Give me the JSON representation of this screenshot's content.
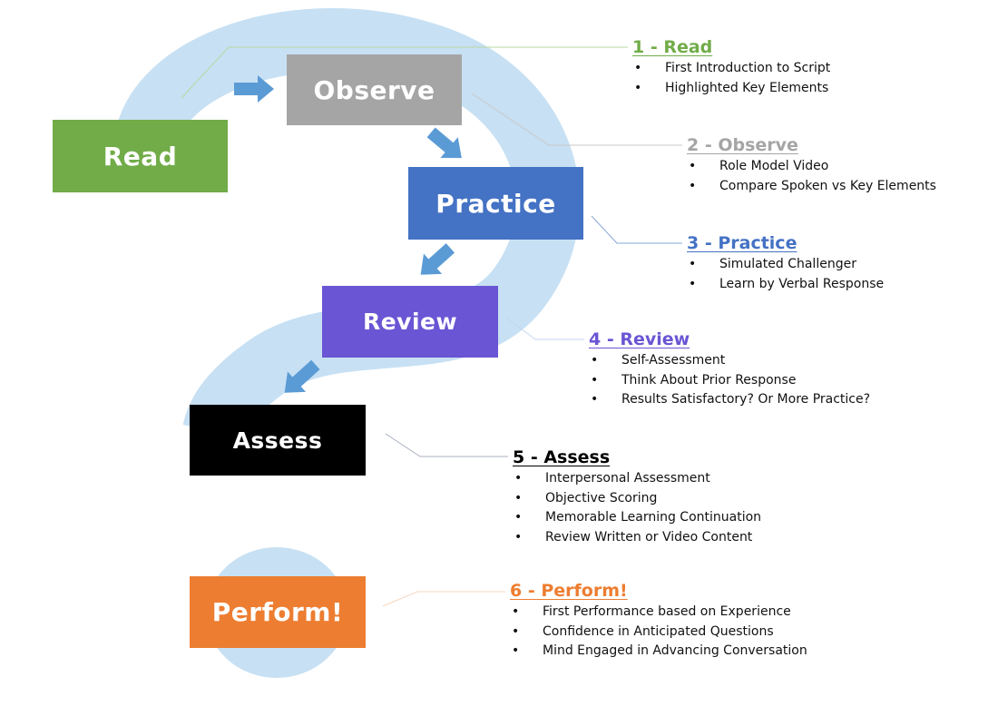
{
  "colors": {
    "read": "#71ac48",
    "observe": "#a5a5a5",
    "practice": "#4472c4",
    "review": "#6a55d4",
    "assess": "#000000",
    "perform": "#ed7d31",
    "path": "#c7e0f3",
    "arrow": "#5b9bd5"
  },
  "steps": [
    {
      "label": "Read",
      "title": "1 - Read",
      "bullets": [
        "First Introduction to Script",
        "Highlighted Key Elements"
      ]
    },
    {
      "label": "Observe",
      "title": "2 - Observe",
      "bullets": [
        "Role Model Video",
        "Compare Spoken vs Key Elements"
      ]
    },
    {
      "label": "Practice",
      "title": "3 - Practice",
      "bullets": [
        "Simulated Challenger",
        "Learn by Verbal Response"
      ]
    },
    {
      "label": "Review",
      "title": "4 - Review",
      "bullets": [
        "Self-Assessment",
        "Think About Prior Response",
        "Results Satisfactory?  Or More Practice?"
      ]
    },
    {
      "label": "Assess",
      "title": "5 - Assess",
      "bullets": [
        "Interpersonal Assessment",
        "Objective Scoring",
        "Memorable Learning Continuation",
        "Review Written or Video Content"
      ]
    },
    {
      "label": "Perform!",
      "title": "6 - Perform!",
      "bullets": [
        "First Performance based on Experience",
        "Confidence in Anticipated Questions",
        "Mind Engaged in Advancing Conversation"
      ]
    }
  ]
}
